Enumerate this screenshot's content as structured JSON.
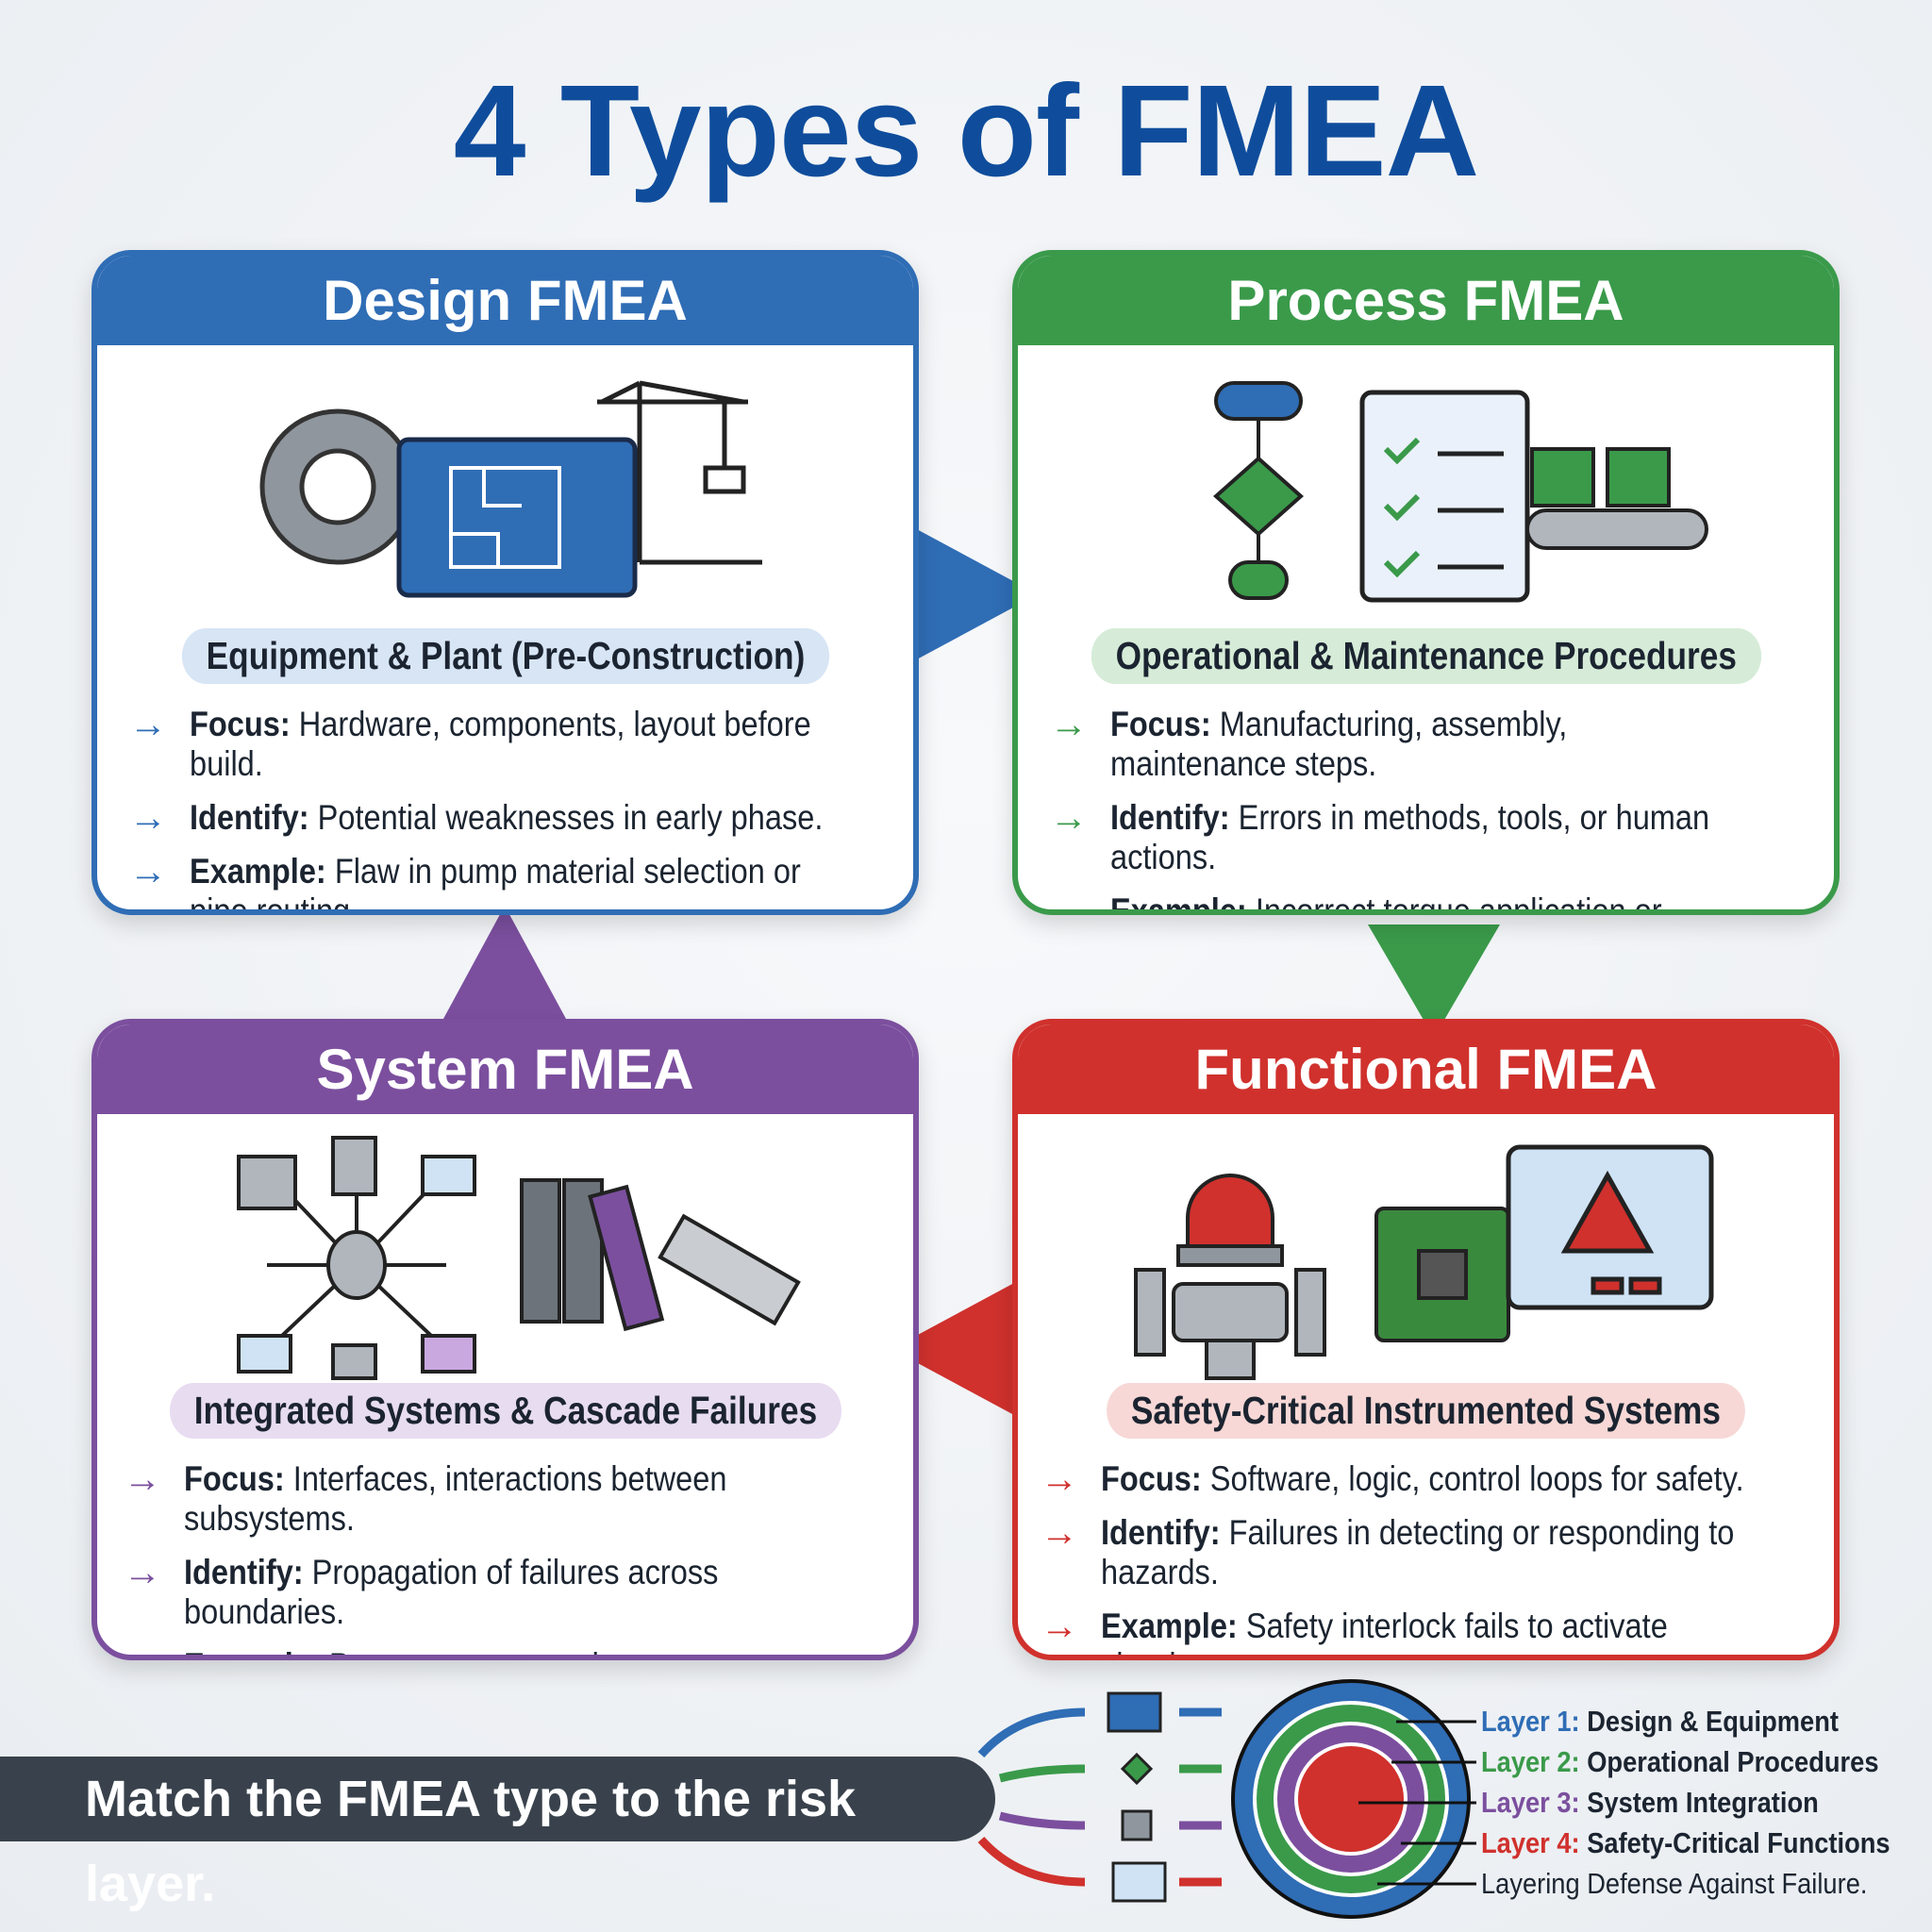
{
  "title": "4 Types of FMEA",
  "colors": {
    "design": "#2f6db5",
    "process": "#3a9a4a",
    "system": "#7b4f9e",
    "functional": "#d0312d",
    "title": "#0f4d9c"
  },
  "cards": [
    {
      "title": "Design FMEA",
      "subtitle": "Equipment & Plant (Pre-Construction)",
      "bullets": [
        {
          "label": "Focus:",
          "text": " Hardware, components, layout before build."
        },
        {
          "label": "Identify:",
          "text": " Potential weaknesses in early phase."
        },
        {
          "label": "Example:",
          "text": " Flaw in pump material selection or pipe routing."
        }
      ]
    },
    {
      "title": "Process FMEA",
      "subtitle": "Operational & Maintenance Procedures",
      "bullets": [
        {
          "label": "Focus:",
          "text": " Manufacturing, assembly, maintenance steps."
        },
        {
          "label": "Identify:",
          "text": " Errors in methods, tools, or human actions."
        },
        {
          "label": "Example:",
          "text": " Incorrect torque application or missed inspection point."
        }
      ]
    },
    {
      "title": "System FMEA",
      "subtitle": "Integrated Systems & Cascade Failures",
      "bullets": [
        {
          "label": "Focus:",
          "text": " Interfaces, interactions between subsystems."
        },
        {
          "label": "Identify:",
          "text": " Propagation of failures across boundaries."
        },
        {
          "label": "Example:",
          "text": " Power outage causing sensor network collapse."
        }
      ]
    },
    {
      "title": "Functional FMEA",
      "subtitle": "Safety-Critical Instrumented Systems",
      "bullets": [
        {
          "label": "Focus:",
          "text": " Software, logic, control loops for safety."
        },
        {
          "label": "Identify:",
          "text": " Failures in detecting or responding to hazards."
        },
        {
          "label": "Example:",
          "text": " Safety interlock fails to activate shutdown."
        }
      ]
    }
  ],
  "banner": "Match the FMEA type to the risk layer.",
  "layers": [
    {
      "prefix": "Layer 1:",
      "label": " Design & Equipment"
    },
    {
      "prefix": "Layer 2:",
      "label": " Operational Procedures"
    },
    {
      "prefix": "Layer 3:",
      "label": " System Integration"
    },
    {
      "prefix": "Layer 4:",
      "label": " Safety-Critical Functions"
    }
  ],
  "layers_caption": "Layering Defense Against Failure."
}
